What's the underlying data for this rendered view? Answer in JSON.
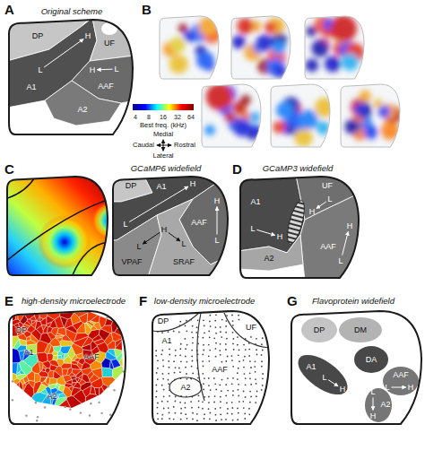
{
  "diagram": {
    "nodes": [
      {
        "text": [
          "A",
          "Original scheme"
        ]
      },
      {
        "text": [
          "DP"
        ],
        "in": 0
      },
      {
        "text": [
          "UF"
        ],
        "in": 0
      },
      {
        "text": [
          "A1"
        ],
        "in": 0
      },
      {
        "text": [
          "AAF"
        ],
        "in": 0
      },
      {
        "text": [
          "A2"
        ],
        "in": 0
      },
      {
        "text": [
          "B"
        ]
      },
      {
        "text": [
          "C",
          "GCaMP6 widefield"
        ]
      },
      {
        "text": [
          "DP"
        ],
        "in": 7
      },
      {
        "text": [
          "A1"
        ],
        "in": 7
      },
      {
        "text": [
          "AAF"
        ],
        "in": 7
      },
      {
        "text": [
          "VPAF"
        ],
        "in": 7
      },
      {
        "text": [
          "SRAF"
        ],
        "in": 7
      },
      {
        "text": [
          "D",
          "GCaMP3 widefield"
        ]
      },
      {
        "text": [
          "A1"
        ],
        "in": 13
      },
      {
        "text": [
          "UF"
        ],
        "in": 13
      },
      {
        "text": [
          "AAF"
        ],
        "in": 13
      },
      {
        "text": [
          "A2"
        ],
        "in": 13
      },
      {
        "text": [
          "E",
          "high-density microelectrode"
        ]
      },
      {
        "text": [
          "DP"
        ],
        "in": 18
      },
      {
        "text": [
          "A1"
        ],
        "in": 18
      },
      {
        "text": [
          "AAF"
        ],
        "in": 18
      },
      {
        "text": [
          "A2"
        ],
        "in": 18
      },
      {
        "text": [
          "F",
          "low-density microelectrode"
        ]
      },
      {
        "text": [
          "DP"
        ],
        "in": 23
      },
      {
        "text": [
          "UF"
        ],
        "in": 23
      },
      {
        "text": [
          "A1"
        ],
        "in": 23
      },
      {
        "text": [
          "AAF"
        ],
        "in": 23
      },
      {
        "text": [
          "A2"
        ],
        "in": 23
      },
      {
        "text": [
          "G",
          "Flavoprotein widefield"
        ]
      },
      {
        "text": [
          "DP"
        ],
        "in": 29
      },
      {
        "text": [
          "DM"
        ],
        "in": 29
      },
      {
        "text": [
          "A1"
        ],
        "in": 29
      },
      {
        "text": [
          "DA"
        ],
        "in": 29
      },
      {
        "text": [
          "AAF"
        ],
        "in": 29
      },
      {
        "text": [
          "A2"
        ],
        "in": 29
      }
    ],
    "labels": [
      "4",
      "8",
      "16",
      "32",
      "64",
      "Best freq. (kHz)",
      "Medial",
      "Caudal",
      "Rostral",
      "Lateral",
      "L",
      "H",
      "H",
      "L",
      "L",
      "H",
      "H",
      "L",
      "H",
      "L",
      "L",
      "L",
      "H",
      "L",
      "H",
      "H",
      "L",
      "L",
      "H",
      "L",
      "H",
      "L",
      "H"
    ]
  }
}
